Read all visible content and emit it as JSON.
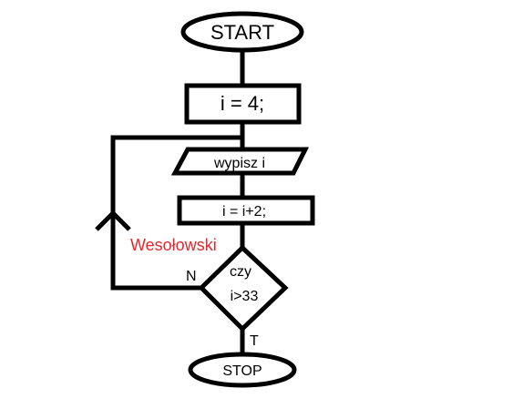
{
  "diagram": {
    "start_label": "START",
    "init_label": "i = 4;",
    "output_label": "wypisz i",
    "increment_label": "i = i+2;",
    "decision_line1": "czy",
    "decision_line2": "i>33",
    "stop_label": "STOP",
    "no_branch_label": "N",
    "yes_branch_label": "T",
    "author_label": "Wesołowski",
    "author_color": "#e8262b"
  }
}
